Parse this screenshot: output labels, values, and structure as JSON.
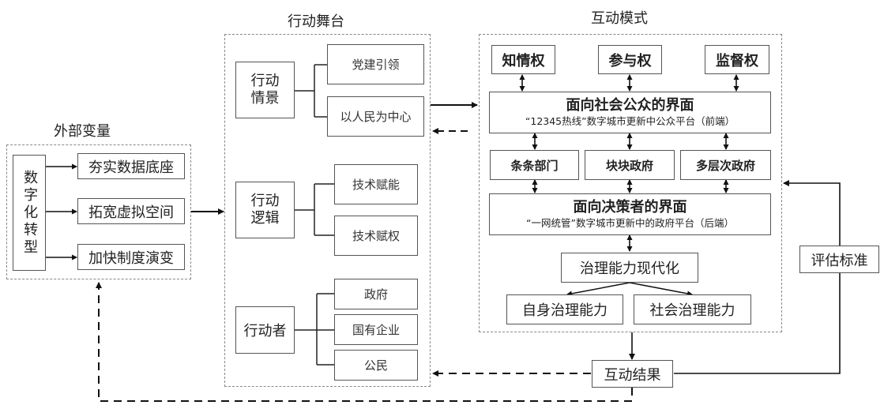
{
  "sections": {
    "external": {
      "title": "外部变量",
      "source": "数字化转型",
      "items": [
        "夯实数据底座",
        "拓宽虚拟空间",
        "加快制度演变"
      ]
    },
    "stage": {
      "title": "行动舞台",
      "groups": [
        {
          "label_line1": "行动",
          "label_line2": "情景",
          "items": [
            "党建引领",
            "以人民为中心"
          ]
        },
        {
          "label_line1": "行动",
          "label_line2": "逻辑",
          "items": [
            "技术赋能",
            "技术赋权"
          ]
        },
        {
          "label": "行动者",
          "items": [
            "政府",
            "国有企业",
            "公民"
          ]
        }
      ]
    },
    "interaction": {
      "title": "互动模式",
      "rights": [
        "知情权",
        "参与权",
        "监督权"
      ],
      "public_interface": {
        "title": "面向社会公众的界面",
        "subtitle": "“12345热线”数字城市更新中公众平台（前端）"
      },
      "government": [
        "条条部门",
        "块块政府",
        "多层次政府"
      ],
      "decision_interface": {
        "title": "面向决策者的界面",
        "subtitle": "“一网统管”数字城市更新中的政府平台（后端）"
      },
      "modernization": "治理能力现代化",
      "capabilities": [
        "自身治理能力",
        "社会治理能力"
      ]
    },
    "result": "互动结果",
    "criteria": "评估标准"
  }
}
